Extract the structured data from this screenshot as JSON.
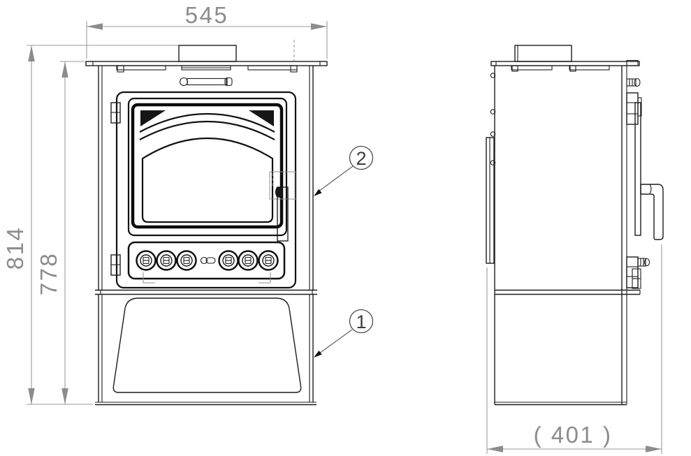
{
  "drawing": {
    "background_color": "#ffffff",
    "line_color": "#1c1c1c",
    "dimension_color": "#8c8c8c",
    "dimensions": {
      "front_width": "545",
      "overall_height": "814",
      "body_height": "778",
      "depth": "( 401 )"
    },
    "callouts": {
      "upper": "2",
      "lower": "1"
    }
  }
}
